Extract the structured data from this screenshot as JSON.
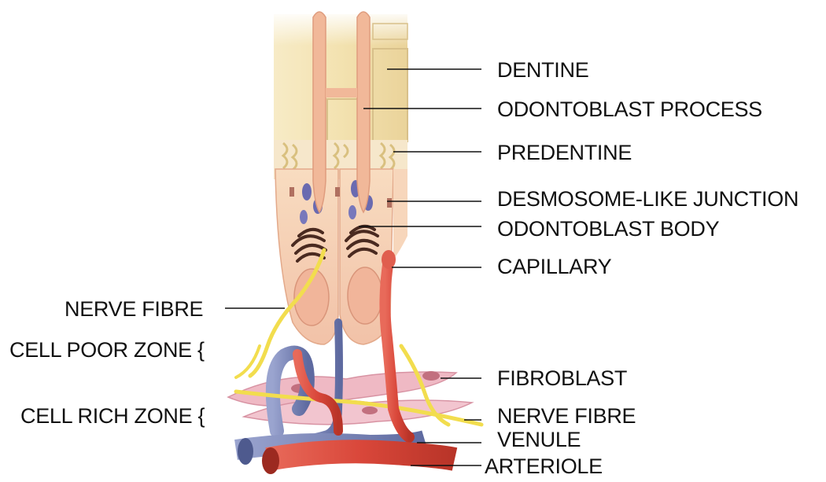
{
  "labels": {
    "dentine": "DENTINE",
    "odontoblast_process": "ODONTOBLAST PROCESS",
    "predentine": "PREDENTINE",
    "desmosome_junction": "DESMOSOME-LIKE JUNCTION",
    "odontoblast_body": "ODONTOBLAST BODY",
    "capillary": "CAPILLARY",
    "nerve_fibre_left": "NERVE FIBRE",
    "cell_poor_zone": "CELL POOR ZONE {",
    "cell_rich_zone": "CELL RICH ZONE {",
    "fibroblast": "FIBROBLAST",
    "nerve_fibre_right": "NERVE FIBRE",
    "venule": "VENULE",
    "arteriole": "ARTERIOLE"
  },
  "colors": {
    "dentine": "#f3e2b0",
    "cell_body": "#f4c9ad",
    "vessel_red": "#d9473a",
    "vessel_blue": "#7b86b8",
    "nerve": "#f2dd4e",
    "fibroblast": "#efb9c4",
    "nucleus": "#6a6ab0",
    "golgi": "#4a2a20"
  }
}
